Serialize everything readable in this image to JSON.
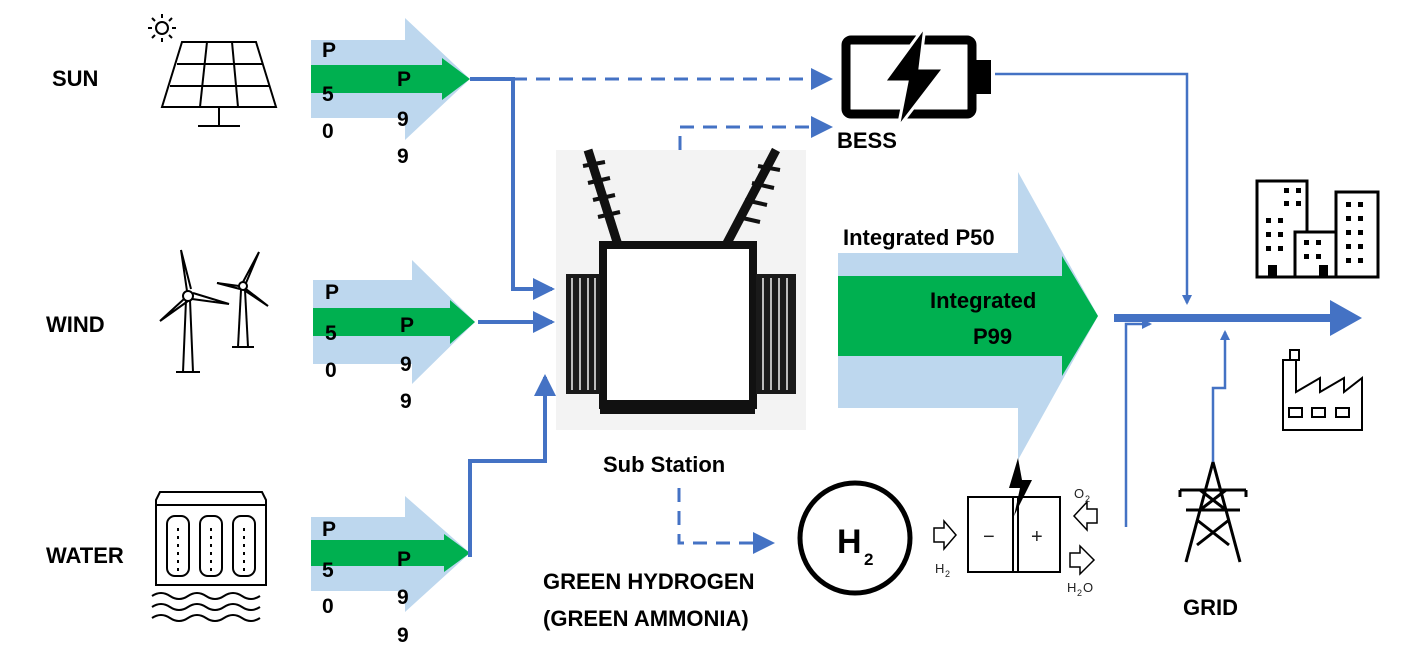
{
  "sources": [
    {
      "label": "SUN",
      "icon": "solar-panel-icon"
    },
    {
      "label": "WIND",
      "icon": "wind-turbine-icon"
    },
    {
      "label": "WATER",
      "icon": "hydro-dam-icon"
    }
  ],
  "forecast": {
    "p50_chars": [
      "P",
      "5",
      "0"
    ],
    "p99_chars": [
      "P",
      "9",
      "9"
    ]
  },
  "bess_label": "BESS",
  "substation_label": "Sub Station",
  "integrated": {
    "p50_label": "Integrated P50",
    "p99_line1": "Integrated",
    "p99_line2": "P99"
  },
  "hydrogen": {
    "line1": "GREEN HYDROGEN",
    "line2": "(GREEN AMMONIA)",
    "symbol": "H",
    "subscript": "2",
    "minus": "−",
    "plus": "+",
    "input_main": "H",
    "input_sub": "2",
    "o2_main": "O",
    "o2_sub": "2",
    "h2o_h": "H",
    "h2o_sub": "2",
    "h2o_o": "O"
  },
  "grid_label": "GRID",
  "icons": [
    "sun-icon",
    "battery-icon",
    "lightning-icon",
    "transformer-icon",
    "buildings-icon",
    "factory-icon",
    "pylon-icon",
    "electrolyzer-icon",
    "h2-circle-icon"
  ],
  "colors": {
    "p50_fill": "#bdd7ee",
    "p99_fill": "#00b050",
    "flow_line": "#4472c4",
    "text": "#000000"
  }
}
